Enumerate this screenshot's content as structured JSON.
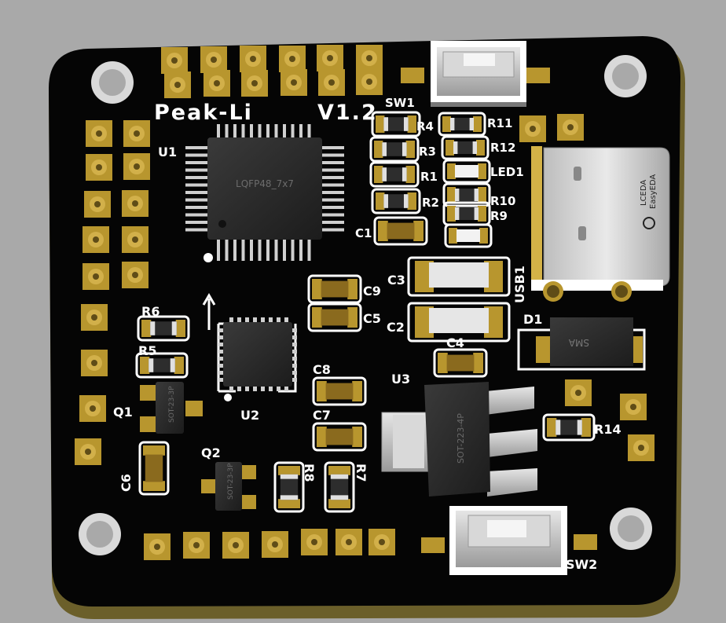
{
  "board": {
    "title": "Peak-Li",
    "version": "V1.2",
    "colors": {
      "background": "#a9a9a9",
      "pcb": "#050505",
      "pcb_edge": "#6b5f2a",
      "pad_gold": "#b8962e",
      "pad_inner": "#d2b04a",
      "silkscreen": "#ffffff",
      "chip": "#262626",
      "metal": "#c8c8c8"
    }
  },
  "labels": {
    "u1": "U1",
    "u2": "U2",
    "u3": "U3",
    "sw1": "SW1",
    "sw2": "SW2",
    "usb1": "USB1",
    "d1": "D1",
    "q1": "Q1",
    "q2": "Q2",
    "r1": "R1",
    "r2": "R2",
    "r3": "R3",
    "r4": "R4",
    "r5": "R5",
    "r6": "R6",
    "r7": "R7",
    "r8": "R8",
    "r9": "R9",
    "r10": "R10",
    "r11": "R11",
    "r12": "R12",
    "r14": "R14",
    "led1": "LED1",
    "c1": "C1",
    "c2": "C2",
    "c3": "C3",
    "c4": "C4",
    "c5": "C5",
    "c6": "C6",
    "c7": "C7",
    "c8": "C8",
    "c9": "C9"
  },
  "chip_markings": {
    "u1": "LQFP48_7x7",
    "u3": "SOT-223-4P",
    "q1": "SOT-23-3P",
    "q2": "SOT-23-3P",
    "d1": "SMA",
    "usb_logo_1": "LCEDA",
    "usb_logo_2": "EasyEDA"
  }
}
